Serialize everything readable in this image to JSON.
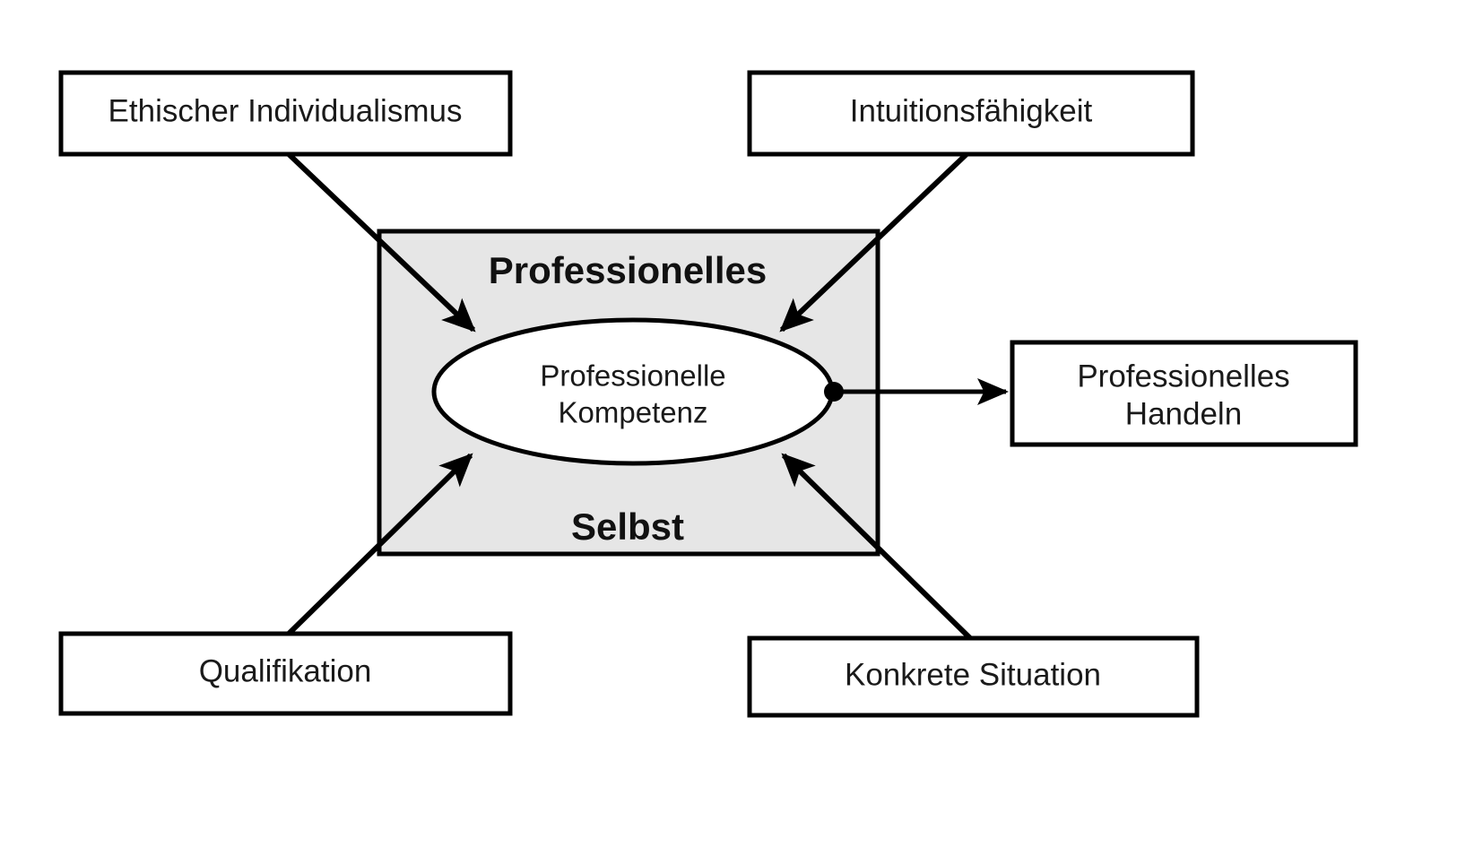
{
  "diagram": {
    "title_visible": false,
    "background_color": "#ffffff",
    "region": {
      "top_label": "Professionelles",
      "bottom_label": "Selbst",
      "fill_color": "#e6e6e6",
      "stroke_color": "#000000"
    },
    "center_node": {
      "line1": "Professionelle",
      "line2": "Kompetenz",
      "shape": "ellipse",
      "fill_color": "#ffffff"
    },
    "input_boxes": [
      {
        "id": "ethischer-individualismus",
        "label": "Ethischer Individualismus",
        "position": "top-left"
      },
      {
        "id": "intuitionsfaehigkeit",
        "label": "Intuitionsfähigkeit",
        "position": "top-right"
      },
      {
        "id": "qualifikation",
        "label": "Qualifikation",
        "position": "bottom-left"
      },
      {
        "id": "konkrete-situation",
        "label": "Konkrete Situation",
        "position": "bottom-right"
      }
    ],
    "output_box": {
      "id": "professionelles-handeln",
      "line1": "Professionelles",
      "line2": "Handeln",
      "position": "right"
    },
    "arrows": [
      {
        "from": "ethischer-individualismus",
        "to": "center_node"
      },
      {
        "from": "intuitionsfaehigkeit",
        "to": "center_node"
      },
      {
        "from": "qualifikation",
        "to": "center_node"
      },
      {
        "from": "konkrete-situation",
        "to": "center_node"
      },
      {
        "from": "center_node",
        "to": "professionelles-handeln"
      }
    ]
  }
}
